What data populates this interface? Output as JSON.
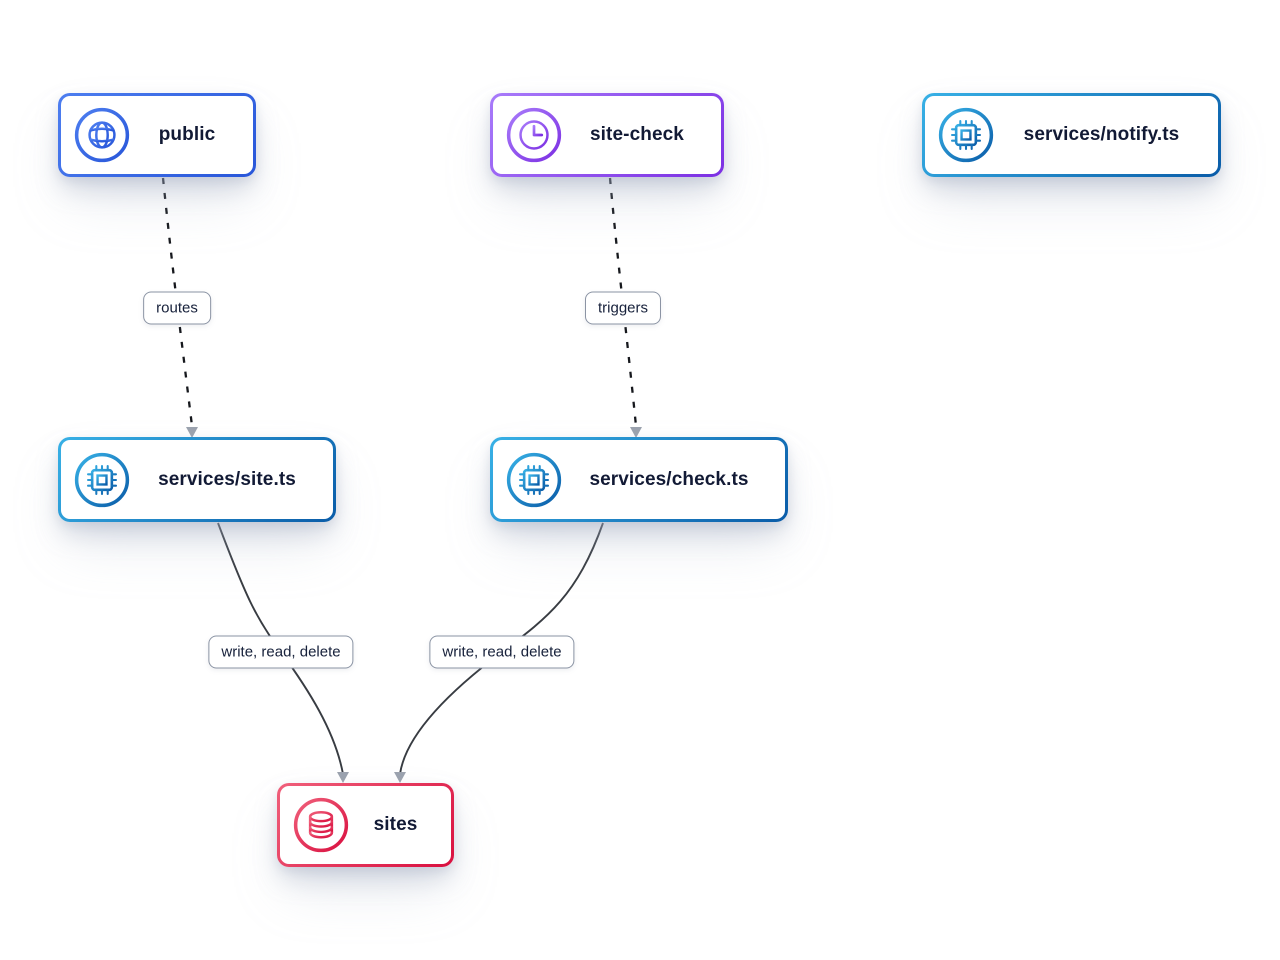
{
  "diagram": {
    "type": "flowchart",
    "nodes": [
      {
        "id": "public",
        "label": "public",
        "icon": "globe-icon",
        "accent_from": "#4d7ef0",
        "accent_to": "#2856d9"
      },
      {
        "id": "site-check",
        "label": "site-check",
        "icon": "clock-icon",
        "accent_from": "#a87bfa",
        "accent_to": "#7c2fe3"
      },
      {
        "id": "services/notify.ts",
        "label": "services/notify.ts",
        "icon": "chip-icon",
        "accent_from": "#38b1e6",
        "accent_to": "#0a5ca8"
      },
      {
        "id": "services/site.ts",
        "label": "services/site.ts",
        "icon": "chip-icon",
        "accent_from": "#38b1e6",
        "accent_to": "#0a5ca8"
      },
      {
        "id": "services/check.ts",
        "label": "services/check.ts",
        "icon": "chip-icon",
        "accent_from": "#38b1e6",
        "accent_to": "#0a5ca8"
      },
      {
        "id": "sites",
        "label": "sites",
        "icon": "database-icon",
        "accent_from": "#f0607b",
        "accent_to": "#d90f3f"
      }
    ],
    "edges": [
      {
        "from": "public",
        "to": "services/site.ts",
        "label": "routes",
        "line": "dashed"
      },
      {
        "from": "site-check",
        "to": "services/check.ts",
        "label": "triggers",
        "line": "dashed"
      },
      {
        "from": "services/site.ts",
        "to": "sites",
        "label": "write, read, delete",
        "line": "solid"
      },
      {
        "from": "services/check.ts",
        "to": "sites",
        "label": "write, read, delete",
        "line": "solid"
      }
    ],
    "theme": {
      "canvas_bg": "#ffffff",
      "node_bg": "#ffffff",
      "node_text": "#121a35",
      "edge_dashed": "#16181d",
      "edge_solid": "#383c42",
      "arrowhead": "#9ca3af",
      "edge_label_text": "#16203a",
      "edge_label_border": "#8a93a3"
    }
  }
}
